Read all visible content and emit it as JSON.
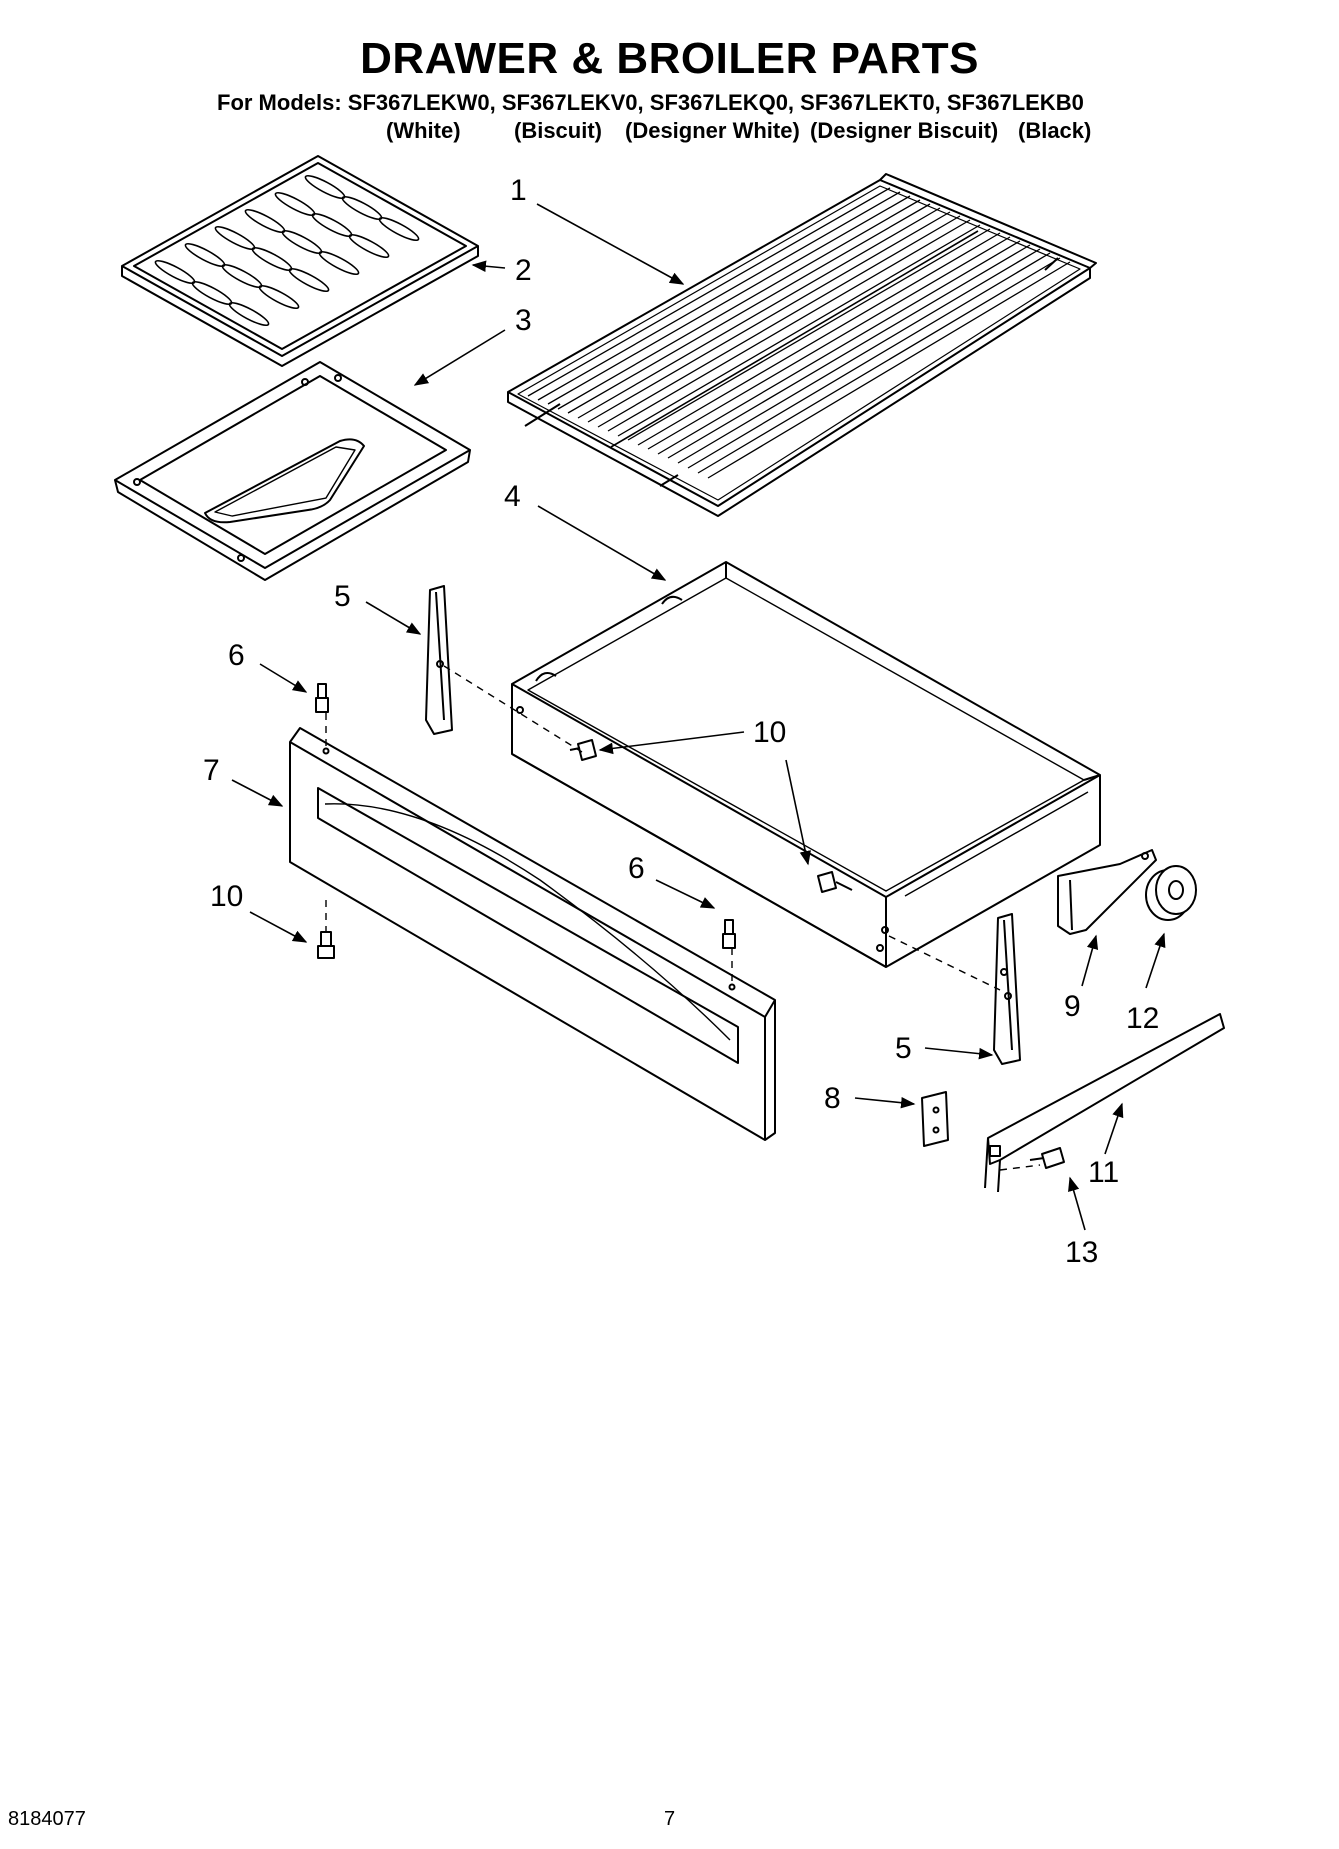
{
  "header": {
    "title": "DRAWER & BROILER PARTS",
    "models_line": "For Models: SF367LEKW0, SF367LEKV0, SF367LEKQ0, SF367LEKT0, SF367LEKB0",
    "finishes": [
      "(White)",
      "(Biscuit)",
      "(Designer White)",
      "(Designer Biscuit)",
      "(Black)"
    ]
  },
  "callouts": {
    "c1": "1",
    "c2": "2",
    "c3": "3",
    "c4": "4",
    "c5a": "5",
    "c5b": "5",
    "c6a": "6",
    "c6b": "6",
    "c7": "7",
    "c8": "8",
    "c9": "9",
    "c10a": "10",
    "c10b": "10",
    "c11": "11",
    "c12": "12",
    "c13": "13"
  },
  "footer": {
    "doc_number": "8184077",
    "page_number": "7"
  }
}
